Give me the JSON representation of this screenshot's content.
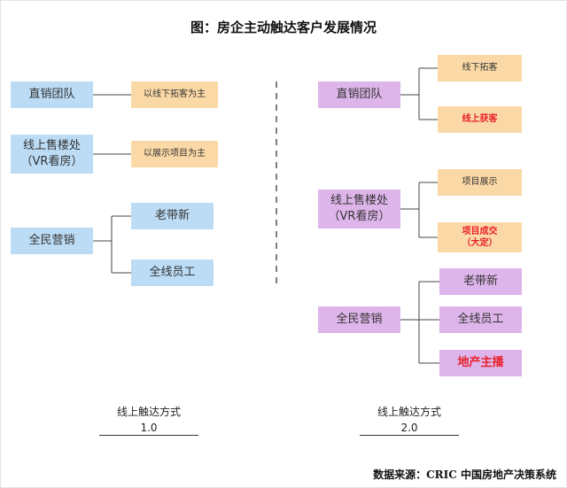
{
  "title": "图：房企主动触达客户发展情况",
  "left": {
    "direct_team": "直销团队",
    "direct_team_note": "以线下拓客为主",
    "online_sales": "线上售楼处\n（VR看房）",
    "online_sales_note": "以展示项目为主",
    "all_people": "全民营销",
    "old_new": "老带新",
    "all_staff": "全线员工",
    "caption_title": "线上触达方式",
    "caption_version": "1.0"
  },
  "right": {
    "direct_team": "直销团队",
    "offline_acquire": "线下拓客",
    "online_acquire": "线上获客",
    "online_sales": "线上售楼处\n（VR看房）",
    "project_show": "项目展示",
    "project_deal": "项目成交\n（大定）",
    "all_people": "全民营销",
    "old_new": "老带新",
    "all_staff": "全线员工",
    "live_stream": "地产主播",
    "caption_title": "线上触达方式",
    "caption_version": "2.0"
  },
  "source": "数据来源：CRIC 中国房地产决策系统",
  "colors": {
    "blue_box": "#bcdcf5",
    "peach_box": "#fbd9a6",
    "lavender_box": "#deb5ea",
    "highlight_red": "#e8222b",
    "connector": "#444444"
  }
}
